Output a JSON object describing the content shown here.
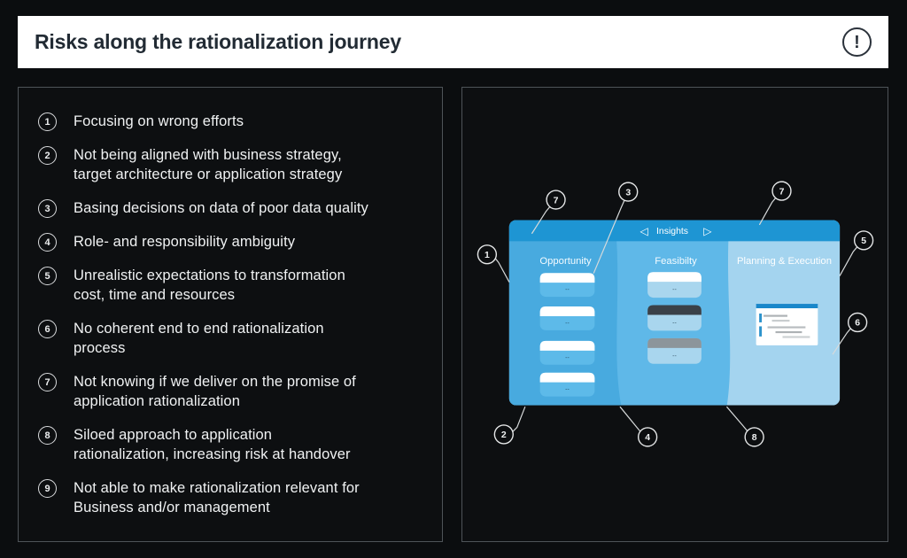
{
  "header": {
    "title": "Risks along the rationalization journey",
    "alert_glyph": "!"
  },
  "risks": [
    {
      "num": "1",
      "lines": [
        "Focusing on wrong efforts"
      ]
    },
    {
      "num": "2",
      "lines": [
        "Not being aligned with business strategy,",
        "target architecture or application strategy"
      ]
    },
    {
      "num": "3",
      "lines": [
        "Basing decisions on data of poor data quality"
      ]
    },
    {
      "num": "4",
      "lines": [
        "Role- and responsibility ambiguity"
      ]
    },
    {
      "num": "5",
      "lines": [
        "Unrealistic expectations to transformation",
        "cost, time and resources"
      ]
    },
    {
      "num": "6",
      "lines": [
        "No coherent end to end rationalization",
        "process"
      ]
    },
    {
      "num": "7",
      "lines": [
        "Not knowing if we deliver on the promise of",
        "application rationalization"
      ]
    },
    {
      "num": "8",
      "lines": [
        "Siloed approach to application",
        "rationalization, increasing risk at handover"
      ]
    },
    {
      "num": "9",
      "lines": [
        "Not able to make rationalization relevant for",
        "Business and/or management"
      ]
    }
  ],
  "diagram": {
    "nav": {
      "title": "Insights",
      "prev_icon": "◁",
      "next_icon": "▷"
    },
    "columns": [
      {
        "label": "Opportunity"
      },
      {
        "label": "Feasibilty"
      },
      {
        "label": "Planning & Execution"
      }
    ],
    "card_placeholder": "--",
    "callouts": [
      {
        "label": "1"
      },
      {
        "label": "2"
      },
      {
        "label": "3"
      },
      {
        "label": "4"
      },
      {
        "label": "5"
      },
      {
        "label": "6"
      },
      {
        "label": "7"
      },
      {
        "label": "7"
      },
      {
        "label": "8"
      }
    ],
    "colors": {
      "header_bar": "#1e95d3",
      "opportunity": "#48aadf",
      "feasibility": "#5fb8e8",
      "planning": "#a4d4ef",
      "opportunity_card": "#5dbae9",
      "feasibility_card": "#a9d6ee",
      "dark_card_header": "#3a4148",
      "gray_card_header": "#8c959b",
      "window_title_bar": "#1987ca"
    }
  }
}
